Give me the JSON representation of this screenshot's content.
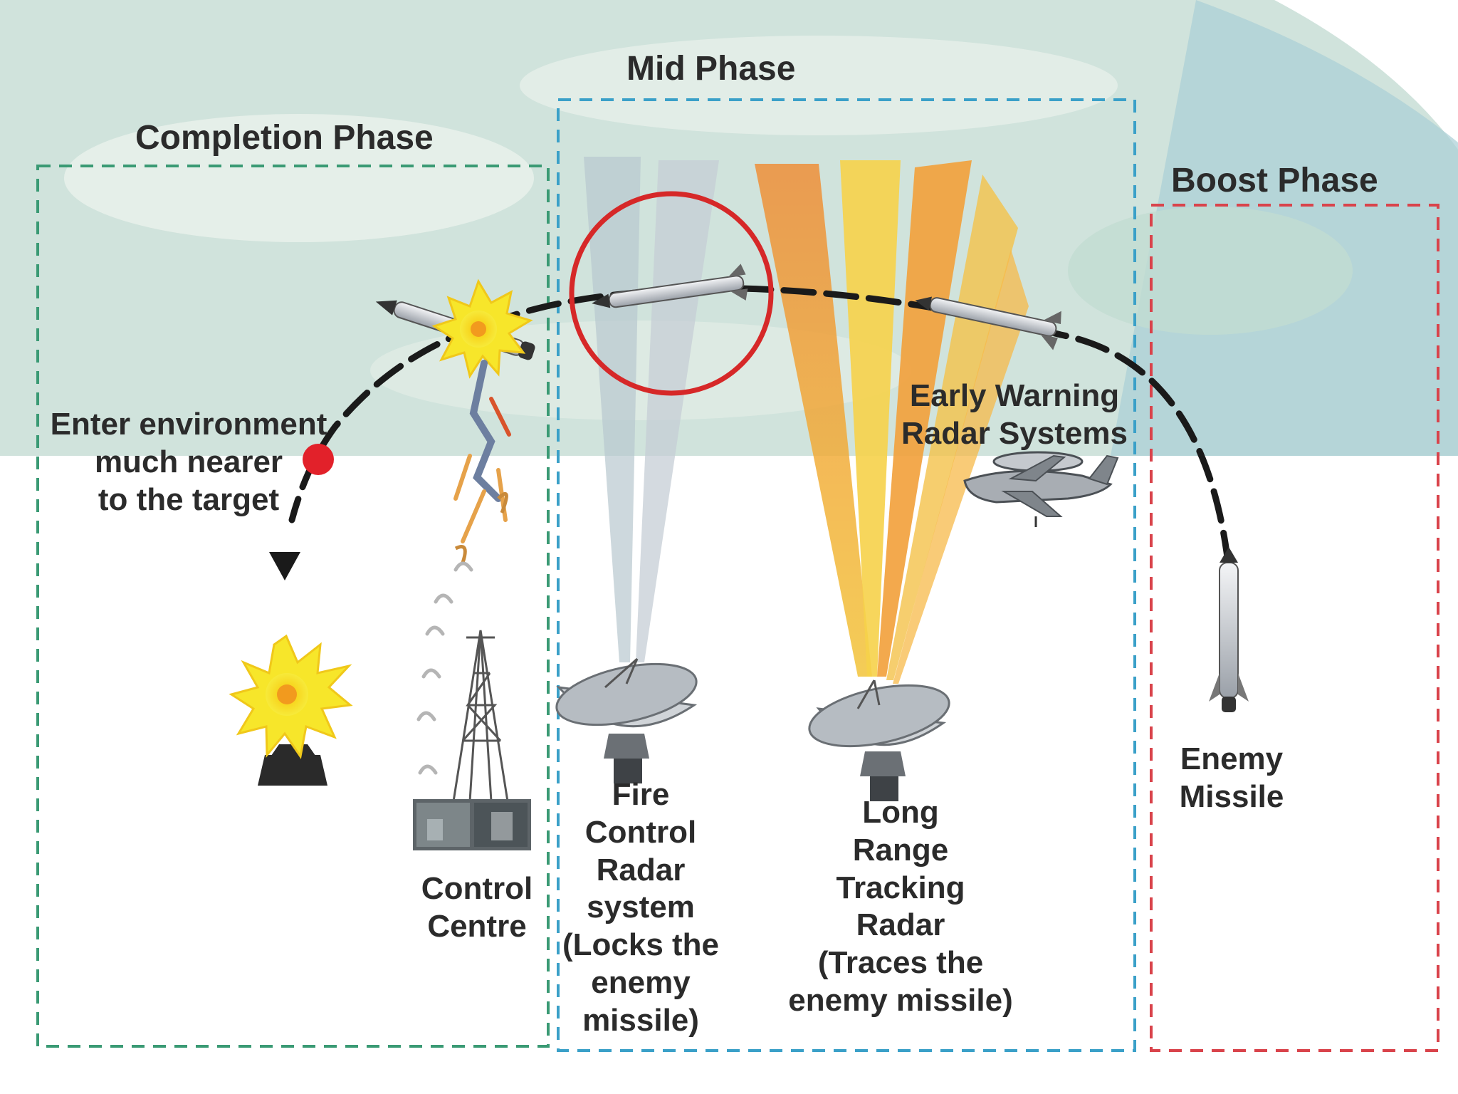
{
  "phases": {
    "completion": "Completion Phase",
    "mid": "Mid Phase",
    "boost": "Boost Phase"
  },
  "labels": {
    "enter_environment": [
      "Enter environment",
      "much nearer",
      "to the target"
    ],
    "control_centre": [
      "Control",
      "Centre"
    ],
    "fire_control": [
      "Fire",
      "Control",
      "Radar",
      "system",
      "(Locks the",
      "enemy",
      "missile)"
    ],
    "long_range": [
      "Long",
      "Range",
      "Tracking",
      "Radar",
      "(Traces the",
      "enemy missile)"
    ],
    "early_warning": [
      "Early Warning",
      "Radar Systems"
    ],
    "enemy_missile": [
      "Enemy",
      "Missile"
    ]
  },
  "colors": {
    "completion_box": "#3a9a74",
    "mid_box": "#3aa0c8",
    "boost_box": "#d9434b",
    "trajectory": "#1a1a1a",
    "lock_circle": "#d62828",
    "radar_beam": "#f5a83a",
    "explosion": "#f4e21a"
  },
  "icons": [
    "earth-background",
    "interceptor-missile-icon",
    "explosion-icon",
    "transmission-tower-icon",
    "radar-dish-icon",
    "awacs-aircraft-icon",
    "enemy-missile-icon",
    "target-explosion-icon",
    "impact-point-icon",
    "down-arrow-icon"
  ]
}
